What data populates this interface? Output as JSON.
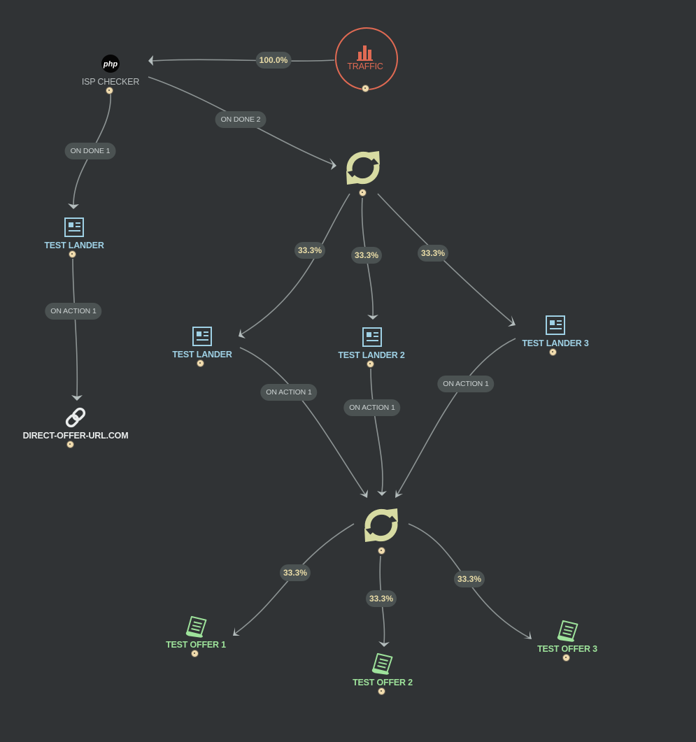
{
  "colors": {
    "background": "#303335",
    "connector": "#8d9494",
    "traffic": "#e06a53",
    "lander": "#9fd1e5",
    "offer": "#9ee39b",
    "rotator": "#d7dba2",
    "port": "#f0dcae",
    "pill": "#4b5252"
  },
  "nodes": {
    "traffic": {
      "label": "TRAFFIC",
      "icon": "bar-chart-icon"
    },
    "isp_checker": {
      "label": "ISP CHECKER",
      "icon": "php-icon",
      "icon_text": "php"
    },
    "rotator_top": {
      "icon": "rotate-icon"
    },
    "rotator_bottom": {
      "icon": "rotate-icon"
    },
    "lander_left": {
      "label": "TEST LANDER",
      "icon": "lander-icon"
    },
    "lander_a": {
      "label": "TEST LANDER",
      "icon": "lander-icon"
    },
    "lander_b": {
      "label": "TEST LANDER 2",
      "icon": "lander-icon"
    },
    "lander_c": {
      "label": "TEST LANDER 3",
      "icon": "lander-icon"
    },
    "direct_url": {
      "label": "DIRECT-OFFER-URL.COM",
      "icon": "link-icon"
    },
    "offer_1": {
      "label": "TEST OFFER 1",
      "icon": "offer-icon"
    },
    "offer_2": {
      "label": "TEST OFFER 2",
      "icon": "offer-icon"
    },
    "offer_3": {
      "label": "TEST OFFER 3",
      "icon": "offer-icon"
    }
  },
  "edges": {
    "traffic_to_isp": "100.0%",
    "isp_done1": "ON DONE 1",
    "isp_done2": "ON DONE 2",
    "lander_left_action": "ON ACTION 1",
    "rot_top_left": "33.3%",
    "rot_top_mid": "33.3%",
    "rot_top_right": "33.3%",
    "lander_a_action": "ON ACTION 1",
    "lander_b_action": "ON ACTION 1",
    "lander_c_action": "ON ACTION 1",
    "rot_bot_left": "33.3%",
    "rot_bot_mid": "33.3%",
    "rot_bot_right": "33.3%"
  }
}
